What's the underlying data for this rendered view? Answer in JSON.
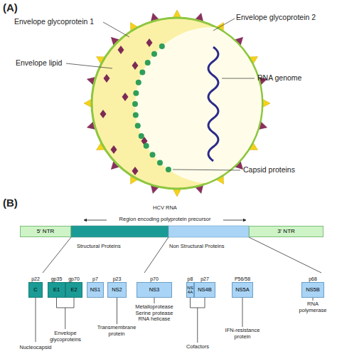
{
  "diagram": {
    "nodes": [
      {
        "text": [
          "5' NTR"
        ]
      },
      {
        "text": [
          "3' NTR"
        ]
      },
      {
        "text": [
          "p22",
          "C"
        ]
      },
      {
        "text": [
          "gp35",
          "E1"
        ]
      },
      {
        "text": [
          "gp70",
          "E2"
        ]
      },
      {
        "text": [
          "p7",
          "NS1"
        ]
      },
      {
        "text": [
          "p23",
          "NS2"
        ]
      },
      {
        "text": [
          "p70",
          "NS3"
        ]
      },
      {
        "text": [
          "p8",
          "NS 4A"
        ]
      },
      {
        "text": [
          "p27",
          "NS4B"
        ]
      },
      {
        "text": [
          "P56/58",
          "NS5A"
        ]
      },
      {
        "text": [
          "p68",
          "NS5B"
        ]
      }
    ],
    "labels": [
      "(A)",
      "Envelope glycoprotein 1",
      "Envelope lipid",
      "Envelope glycoprotein 2",
      "RNA genome",
      "Capsid proteins",
      "(B)",
      "HCV RNA",
      "Region encoding polyprotein precursor",
      "Structural Proteins",
      "Non Structural Proteins",
      "Nucleocapsid",
      "Envelope glycoproteins",
      "Transmembrane protein",
      "Metalloprotease Serine protease RNA helicase",
      "Cofactors",
      "IFN-resistance protein",
      "RNA polymerase"
    ]
  }
}
